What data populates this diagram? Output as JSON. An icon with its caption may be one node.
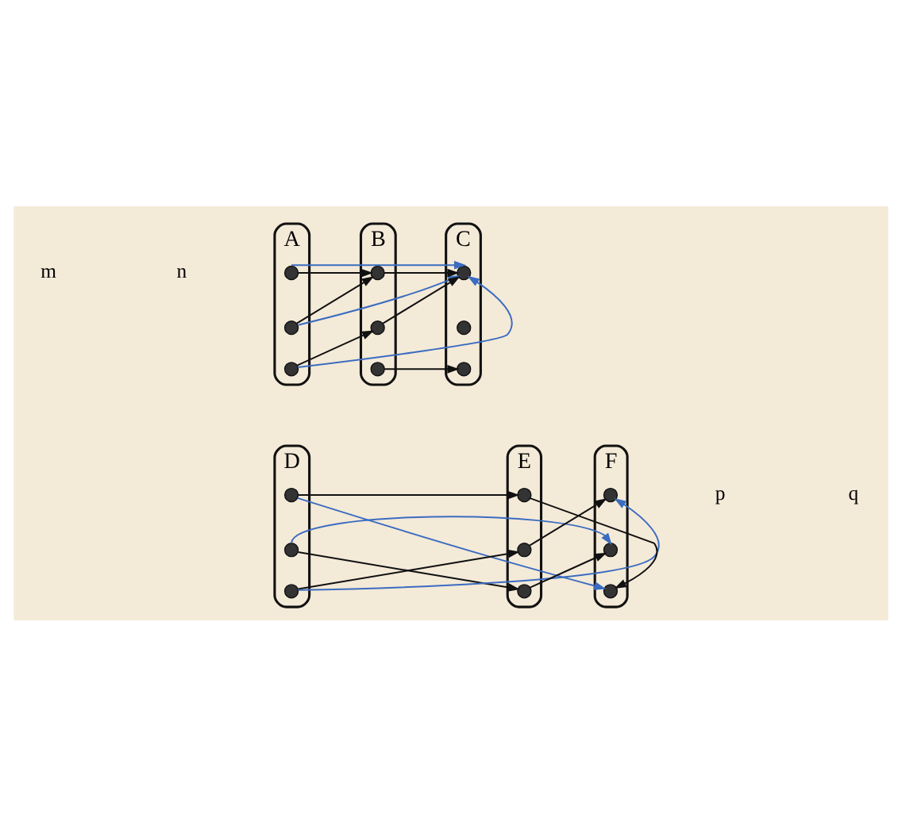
{
  "diagram": {
    "nodes": [
      {
        "text": [
          "A"
        ]
      },
      {
        "text": [],
        "shape": "circle",
        "in": 0
      },
      {
        "text": [],
        "shape": "circle",
        "in": 0
      },
      {
        "text": [],
        "shape": "circle",
        "in": 0
      },
      {
        "text": [
          "B"
        ]
      },
      {
        "text": [],
        "shape": "circle",
        "in": 4
      },
      {
        "text": [],
        "shape": "circle",
        "in": 4
      },
      {
        "text": [],
        "shape": "circle",
        "in": 4
      },
      {
        "text": [
          "C"
        ]
      },
      {
        "text": [],
        "shape": "circle",
        "in": 8
      },
      {
        "text": [],
        "shape": "circle",
        "in": 8
      },
      {
        "text": [],
        "shape": "circle",
        "in": 8
      },
      {
        "text": [
          "D"
        ]
      },
      {
        "text": [],
        "shape": "circle",
        "in": 12
      },
      {
        "text": [],
        "shape": "circle",
        "in": 12
      },
      {
        "text": [],
        "shape": "circle",
        "in": 12
      },
      {
        "text": [
          "E"
        ]
      },
      {
        "text": [],
        "shape": "circle",
        "in": 16
      },
      {
        "text": [],
        "shape": "circle",
        "in": 16
      },
      {
        "text": [],
        "shape": "circle",
        "in": 16
      },
      {
        "text": [
          "F"
        ]
      },
      {
        "text": [],
        "shape": "circle",
        "in": 20
      },
      {
        "text": [],
        "shape": "circle",
        "in": 20
      },
      {
        "text": [],
        "shape": "circle",
        "in": 20
      }
    ],
    "edges": [
      {
        "from": 1,
        "to": 5,
        "arrow": "to"
      },
      {
        "from": 2,
        "to": 5,
        "arrow": "to"
      },
      {
        "from": 3,
        "to": 6,
        "arrow": "to"
      },
      {
        "from": 5,
        "to": 9,
        "arrow": "to"
      },
      {
        "from": 6,
        "to": 9,
        "arrow": "to"
      },
      {
        "from": 7,
        "to": 11,
        "arrow": "to"
      },
      {
        "from": 1,
        "to": 9,
        "arrow": "to",
        "color": "#3b6cc0"
      },
      {
        "from": 2,
        "to": 9,
        "arrow": "to",
        "color": "#3b6cc0"
      },
      {
        "from": 3,
        "to": 9,
        "arrow": "to",
        "color": "#3b6cc0"
      },
      {
        "from": 13,
        "to": 17,
        "arrow": "to"
      },
      {
        "from": 14,
        "to": 19,
        "arrow": "to"
      },
      {
        "from": 15,
        "to": 18,
        "arrow": "to"
      },
      {
        "from": 17,
        "to": 23,
        "arrow": "to"
      },
      {
        "from": 18,
        "to": 21,
        "arrow": "to"
      },
      {
        "from": 19,
        "to": 22,
        "arrow": "to"
      },
      {
        "from": 13,
        "to": 23,
        "arrow": "to",
        "color": "#3b6cc0"
      },
      {
        "from": 14,
        "to": 22,
        "arrow": "to",
        "color": "#3b6cc0"
      },
      {
        "from": 15,
        "to": 21,
        "arrow": "to",
        "color": "#3b6cc0"
      }
    ],
    "labels": [
      "m",
      "n",
      "p",
      "q"
    ]
  }
}
